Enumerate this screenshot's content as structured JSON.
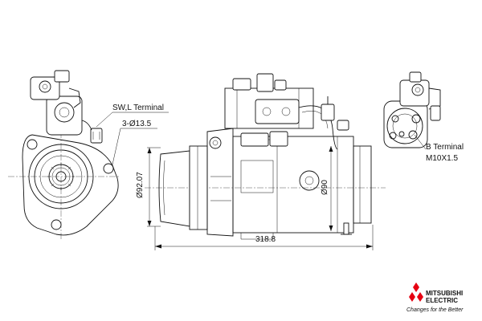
{
  "labels": {
    "swl_terminal": "SW,L Terminal",
    "mount_holes": "3-Ø13.5",
    "b_terminal_line1": "B Terminal",
    "b_terminal_line2": "M10X1.5",
    "dim_diameter_left": "Ø92.07",
    "dim_diameter_right": "Ø90",
    "dim_length": "318.8"
  },
  "brand": {
    "name_line1": "MITSUBISHI",
    "name_line2": "ELECTRIC",
    "tagline": "Changes for the Better",
    "logo_color": "#e60012"
  }
}
